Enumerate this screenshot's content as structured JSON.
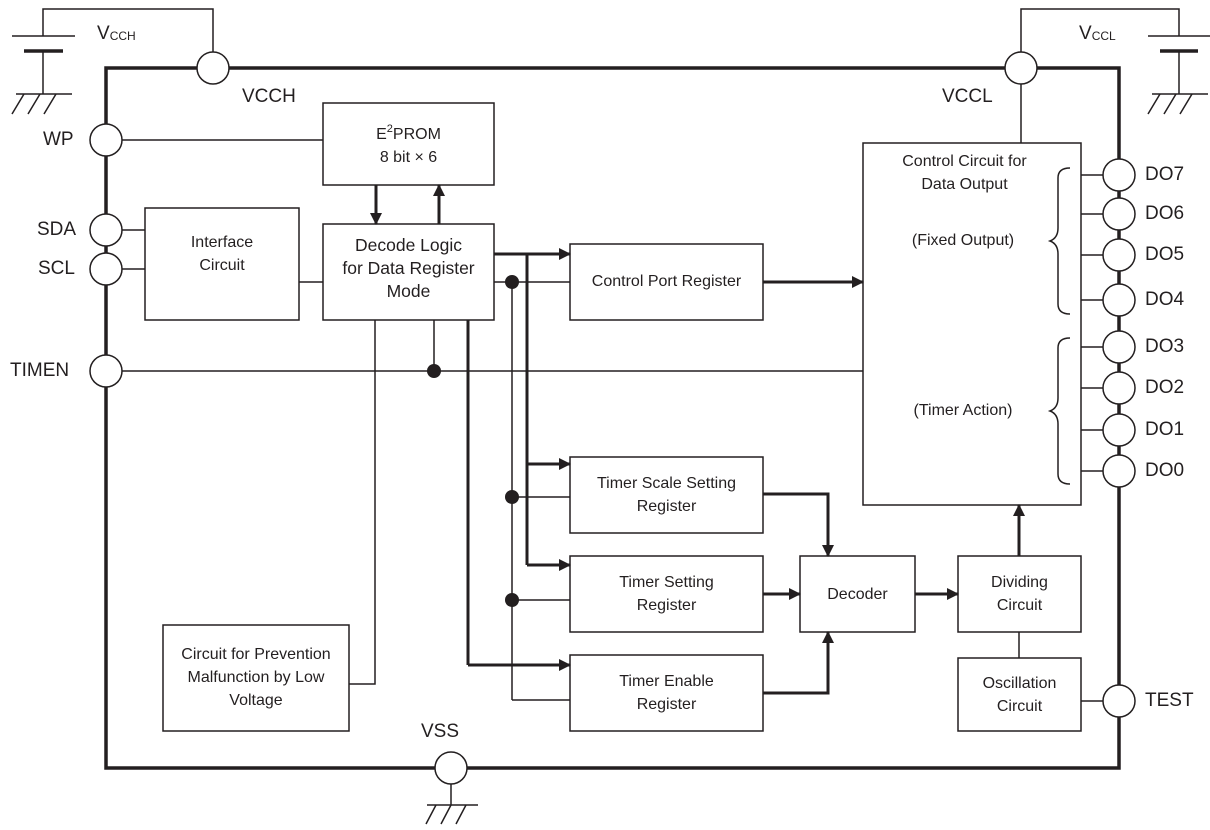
{
  "supplies": {
    "vcch_source": {
      "main": "V",
      "sub": "CCH"
    },
    "vccl_source": {
      "main": "V",
      "sub": "CCL"
    }
  },
  "pins": {
    "vcch": "VCCH",
    "vccl": "VCCL",
    "wp": "WP",
    "sda": "SDA",
    "scl": "SCL",
    "timen": "TIMEN",
    "vss": "VSS",
    "test": "TEST",
    "do": [
      "DO7",
      "DO6",
      "DO5",
      "DO4",
      "DO3",
      "DO2",
      "DO1",
      "DO0"
    ]
  },
  "blocks": {
    "eeprom": {
      "prefix": "E",
      "sup": "2",
      "suffix": "PROM",
      "line2": "8 bit × 6"
    },
    "interface": [
      "Interface",
      "Circuit"
    ],
    "decode": [
      "Decode Logic",
      "for Data Register",
      "Mode"
    ],
    "control_port": "Control Port Register",
    "control_circuit": [
      "Control Circuit for",
      "Data Output"
    ],
    "fixed_output": "(Fixed Output)",
    "timer_action": "(Timer Action)",
    "timer_scale": [
      "Timer Scale Setting",
      "Register"
    ],
    "timer_setting": [
      "Timer Setting",
      "Register"
    ],
    "timer_enable": [
      "Timer Enable",
      "Register"
    ],
    "decoder": "Decoder",
    "dividing": [
      "Dividing",
      "Circuit"
    ],
    "oscillation": [
      "Oscillation",
      "Circuit"
    ],
    "prevention": [
      "Circuit for Prevention",
      "Malfunction by Low",
      "Voltage"
    ]
  }
}
